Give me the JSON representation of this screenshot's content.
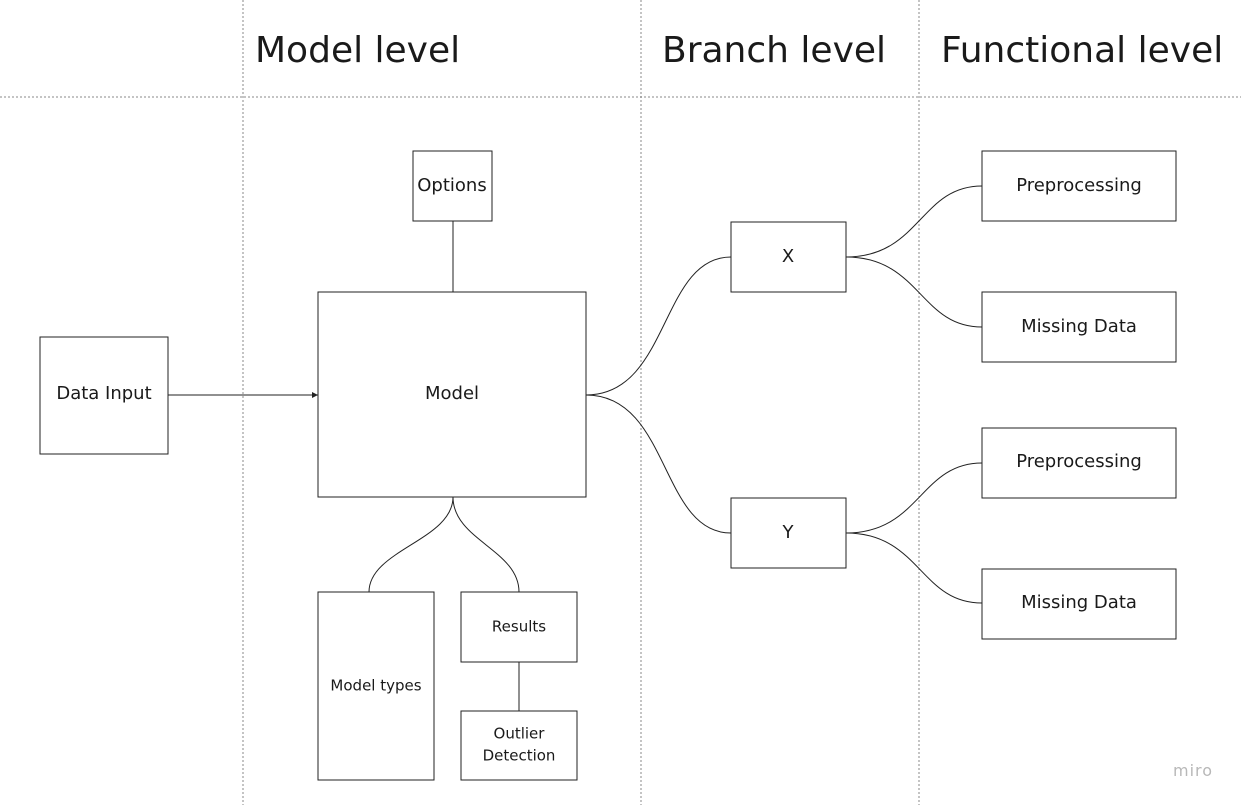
{
  "headers": {
    "model_level": "Model level",
    "branch_level": "Branch level",
    "functional_level": "Functional level"
  },
  "nodes": {
    "data_input": "Data Input",
    "options": "Options",
    "model": "Model",
    "model_types": "Model types",
    "results": "Results",
    "outlier_detection_line1": "Outlier",
    "outlier_detection_line2": "Detection",
    "x": "X",
    "y": "Y",
    "preprocessing_x": "Preprocessing",
    "missing_data_x": "Missing Data",
    "preprocessing_y": "Preprocessing",
    "missing_data_y": "Missing Data"
  },
  "watermark": "miro",
  "colors": {
    "stroke": "#222222",
    "divider": "#8a8a8a",
    "watermark": "#b8b8b8"
  }
}
